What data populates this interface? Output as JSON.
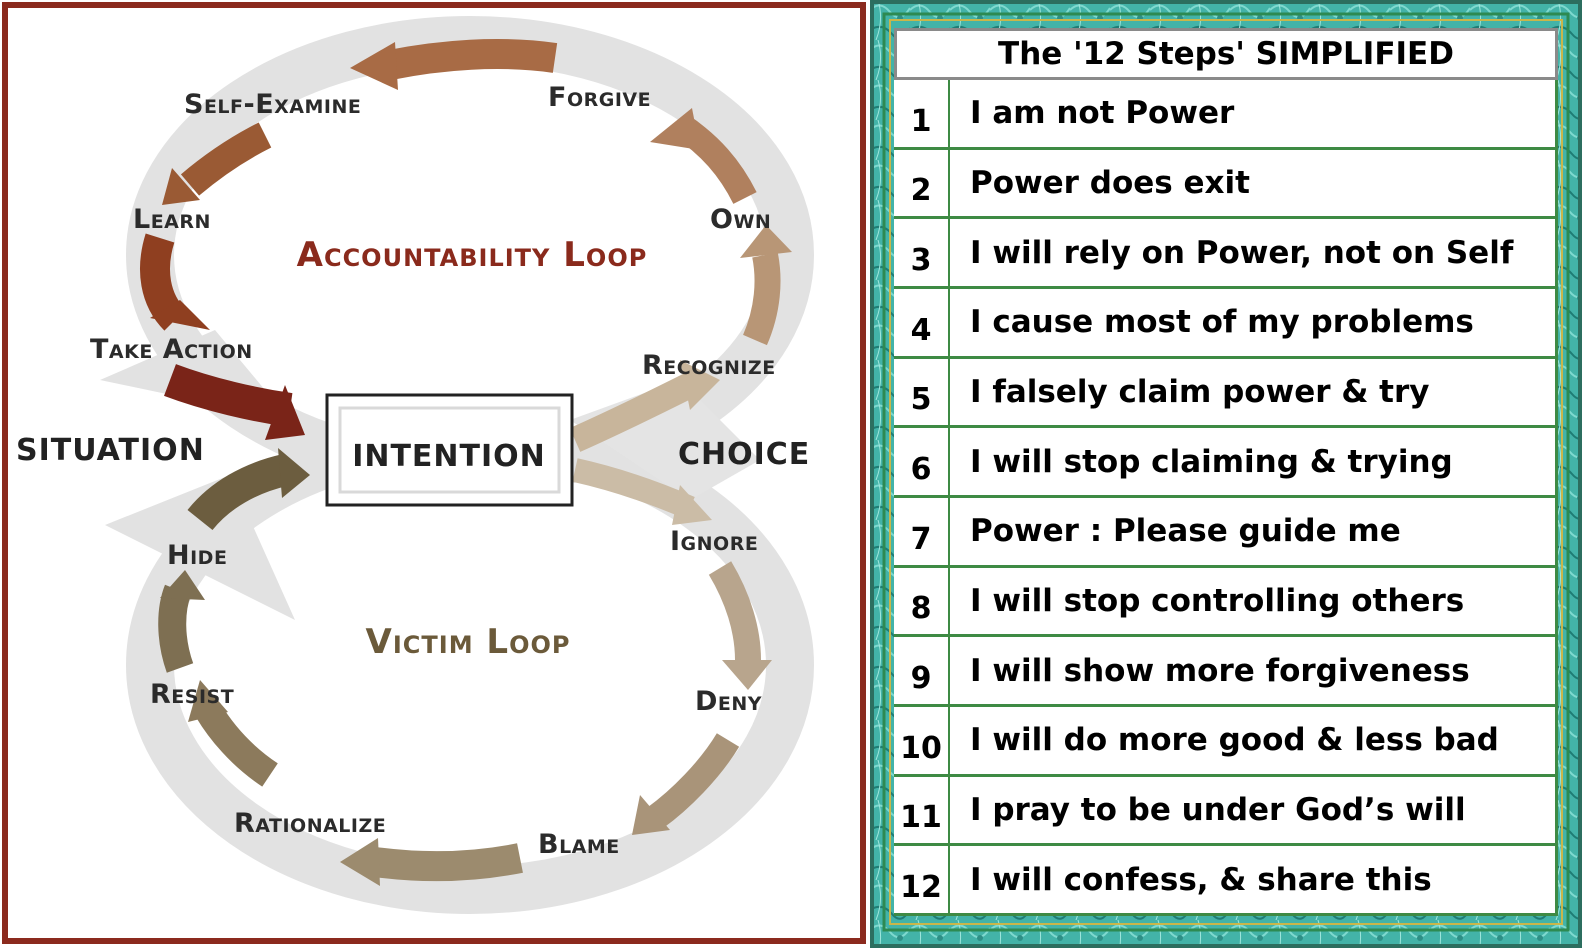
{
  "diagram": {
    "accountability_title": "Accountability Loop",
    "victim_title": "Victim Loop",
    "center_label": "INTENTION",
    "left_label": "SITUATION",
    "right_label": "CHOICE",
    "accountability_steps": [
      "Recognize",
      "Own",
      "Forgive",
      "Self-Examine",
      "Learn",
      "Take Action"
    ],
    "victim_steps": [
      "Ignore",
      "Deny",
      "Blame",
      "Rationalize",
      "Resist",
      "Hide"
    ],
    "colors": {
      "panel_border": "#8b2a1e",
      "accountability_title": "#8a2a1c",
      "victim_title": "#6b5a3a",
      "track": "#e4e4e4"
    }
  },
  "steps_table": {
    "title": "The '12 Steps' SIMPLIFIED",
    "rows": [
      {
        "num": "1",
        "text": "I am not Power"
      },
      {
        "num": "2",
        "text": "Power does exit"
      },
      {
        "num": "3",
        "text": "I will rely on Power, not on Self"
      },
      {
        "num": "4",
        "text": "I cause most of my problems"
      },
      {
        "num": "5",
        "text": "I falsely claim power & try"
      },
      {
        "num": "6",
        "text": "I will stop claiming & trying"
      },
      {
        "num": "7",
        "text": "Power : Please guide me"
      },
      {
        "num": "8",
        "text": "I will stop controlling others"
      },
      {
        "num": "9",
        "text": "I will show more forgiveness"
      },
      {
        "num": "10",
        "text": "I will do more good & less bad"
      },
      {
        "num": "11",
        "text": "I pray to be under God’s will"
      },
      {
        "num": "12",
        "text": "I will confess, & share this"
      }
    ],
    "colors": {
      "frame": "#3aa7a0",
      "row_border": "#3e8a44"
    }
  }
}
